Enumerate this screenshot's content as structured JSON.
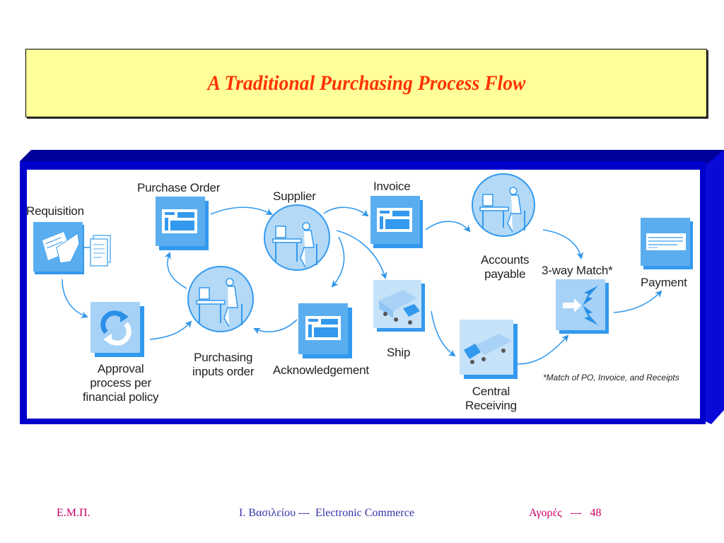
{
  "slide": {
    "title": "A Traditional Purchasing Process Flow",
    "colors": {
      "title_bg": "#ffff99",
      "title_text": "#ff3300",
      "frame": "#0000cc",
      "icon_primary": "#3399ee",
      "icon_light": "#b3d9f7",
      "footer_left": "#cc0066",
      "footer_center": "#3333aa",
      "footer_right": "#cc0066"
    }
  },
  "diagram": {
    "nodes": [
      {
        "id": "requisition",
        "label": "Requisition",
        "icon": "hand-writing-document-icon"
      },
      {
        "id": "purchase-order",
        "label": "Purchase Order",
        "icon": "form-document-icon"
      },
      {
        "id": "supplier",
        "label": "Supplier",
        "icon": "person-at-computer-icon"
      },
      {
        "id": "invoice",
        "label": "Invoice",
        "icon": "form-document-icon"
      },
      {
        "id": "accounts-payable",
        "label": "Accounts\npayable",
        "icon": "person-at-computer-icon"
      },
      {
        "id": "approval",
        "label": "Approval\nprocess per\nfinancial policy",
        "icon": "cycle-arrows-icon"
      },
      {
        "id": "purchasing",
        "label": "Purchasing\ninputs order",
        "icon": "person-at-computer-icon"
      },
      {
        "id": "acknowledgement",
        "label": "Acknowledgement",
        "icon": "form-document-icon"
      },
      {
        "id": "ship",
        "label": "Ship",
        "icon": "truck-icon"
      },
      {
        "id": "central-receiving",
        "label": "Central\nReceiving",
        "icon": "truck-icon"
      },
      {
        "id": "three-way-match",
        "label": "3-way Match*",
        "icon": "converging-arrows-icon"
      },
      {
        "id": "payment",
        "label": "Payment",
        "icon": "check-document-icon"
      }
    ],
    "edges": [
      [
        "requisition",
        "approval"
      ],
      [
        "approval",
        "purchasing"
      ],
      [
        "purchasing",
        "purchase-order"
      ],
      [
        "purchase-order",
        "supplier"
      ],
      [
        "supplier",
        "invoice"
      ],
      [
        "supplier",
        "acknowledgement"
      ],
      [
        "supplier",
        "ship"
      ],
      [
        "acknowledgement",
        "purchasing"
      ],
      [
        "invoice",
        "accounts-payable"
      ],
      [
        "accounts-payable",
        "three-way-match"
      ],
      [
        "ship",
        "central-receiving"
      ],
      [
        "central-receiving",
        "three-way-match"
      ],
      [
        "three-way-match",
        "payment"
      ]
    ],
    "footnote": "*Match of PO, Invoice, and Receipts"
  },
  "footer": {
    "left": "Ε.Μ.Π.",
    "center": "Ι. Βασιλείου ---  Electronic Commerce",
    "right": "Αγορές   ---   48"
  }
}
